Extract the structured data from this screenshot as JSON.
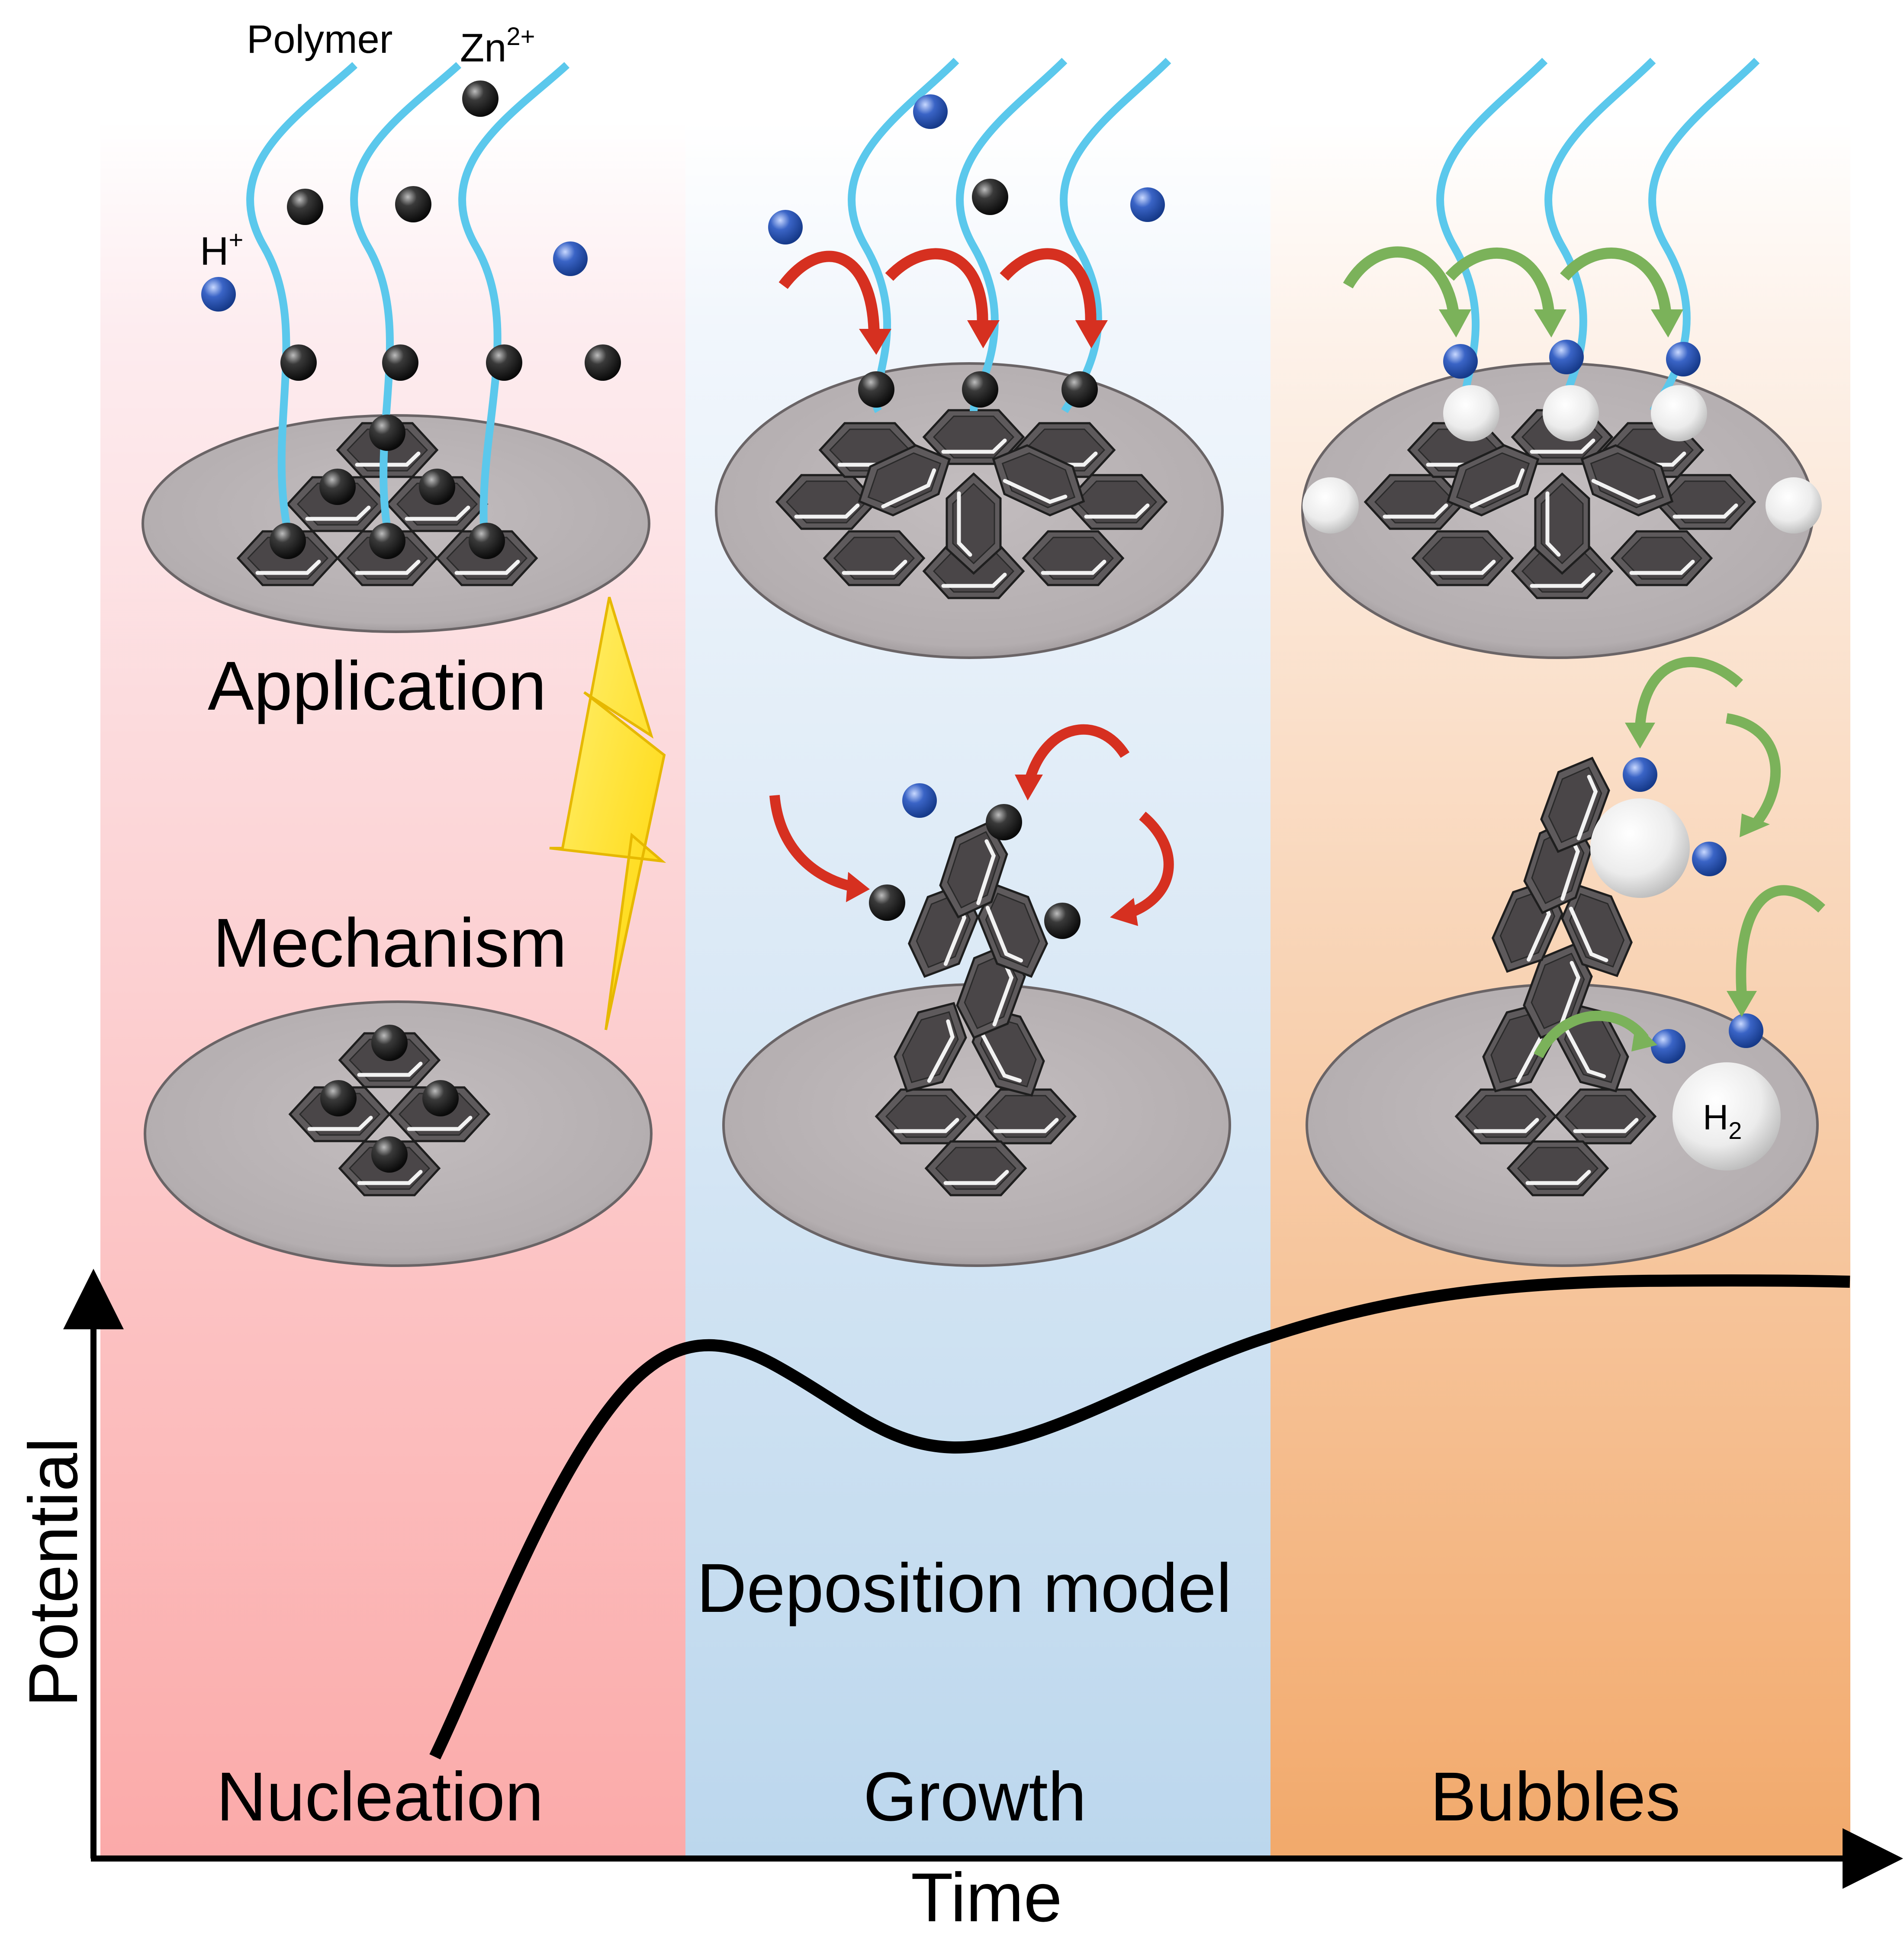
{
  "labels": {
    "polymer": "Polymer",
    "zn_ion": "Zn",
    "zn_charge": "2+",
    "h_ion": "H",
    "h_charge": "+",
    "application": "Application",
    "mechanism": "Mechanism",
    "deposition_model": "Deposition model",
    "h2": "H",
    "h2_subscript": "2"
  },
  "stages": [
    {
      "label": "Nucleation",
      "color_top": "#fdecef",
      "color_bottom": "#fbaaa9"
    },
    {
      "label": "Growth",
      "color_top": "#f1f6fc",
      "color_bottom": "#bcd7ed"
    },
    {
      "label": "Bubbles",
      "color_top": "#fdf2ea",
      "color_bottom": "#f2a96b"
    }
  ],
  "axes": {
    "x_label": "Time",
    "y_label": "Potential"
  },
  "colors": {
    "polymer_chain": "#5bc8ec",
    "zn_particle": "#1a1a1a",
    "h_particle": "#2b55b8",
    "red_arrow": "#d63020",
    "green_arrow": "#7bb25a",
    "lightning": "#ffe21f",
    "electrode": "#b8b2b4",
    "crystal": "#5a5658"
  },
  "icons": {
    "lightning": "lightning-bolt-icon",
    "bubble": "gas-bubble-icon"
  }
}
